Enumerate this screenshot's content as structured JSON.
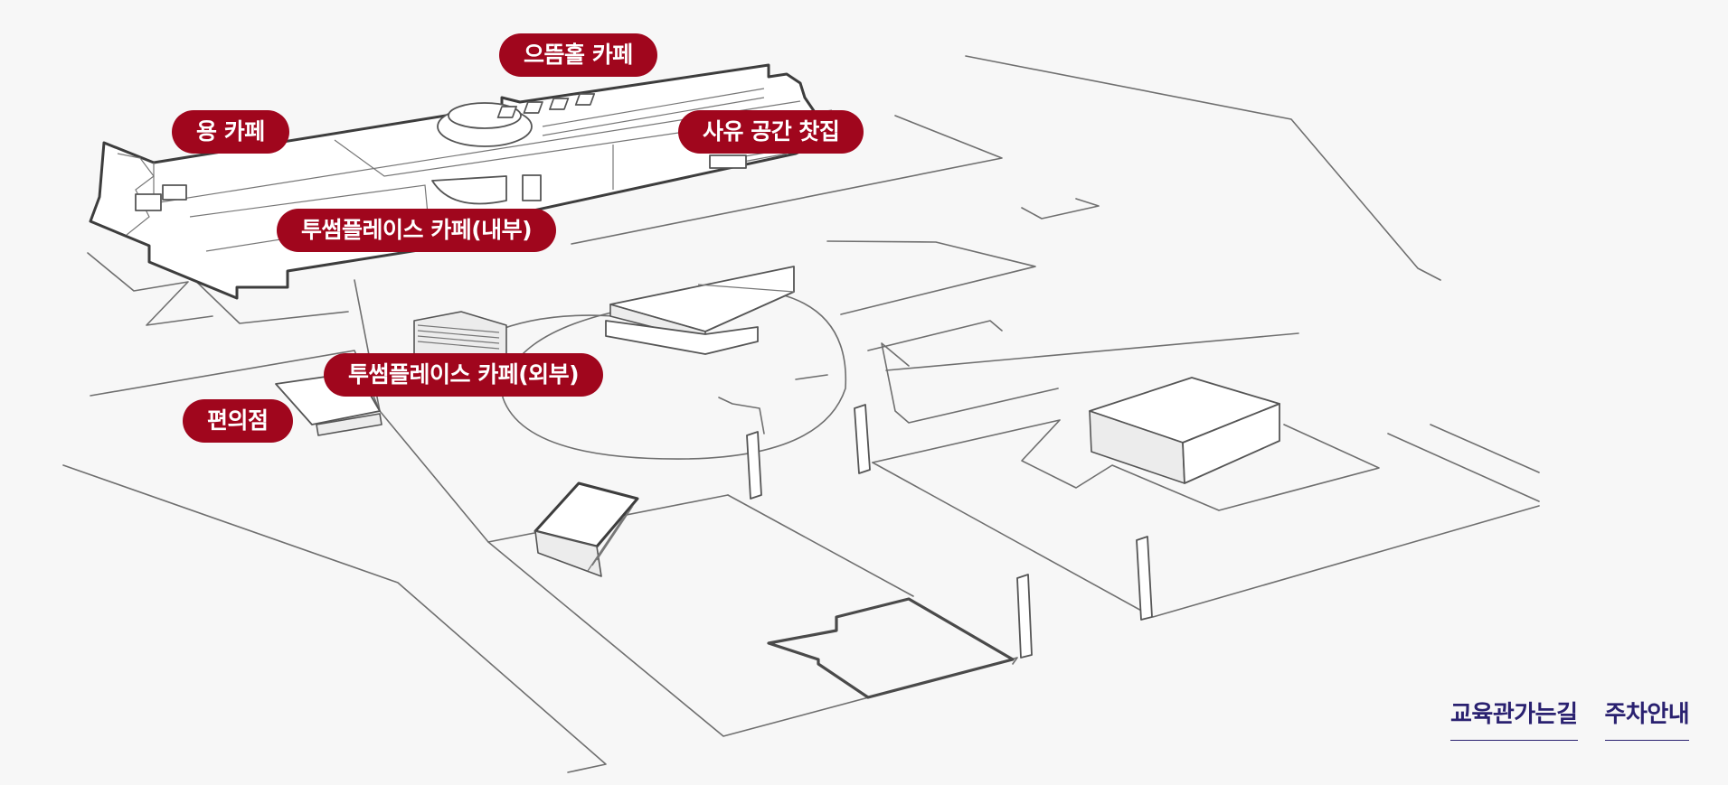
{
  "map": {
    "labels": [
      {
        "id": "cafe-eutteum",
        "text": "으뜸홀 카페"
      },
      {
        "id": "cafe-yong",
        "text": "용 카페"
      },
      {
        "id": "teahouse-sayu",
        "text": "사유 공간 찻집"
      },
      {
        "id": "cafe-twosome-in",
        "text": "투썸플레이스 카페(내부)"
      },
      {
        "id": "cafe-twosome-out",
        "text": "투썸플레이스 카페(외부)"
      },
      {
        "id": "convenience-store",
        "text": "편의점"
      }
    ]
  },
  "links": {
    "directions": "교육관가는길",
    "parking": "주차안내"
  },
  "colors": {
    "pin_bg": "#a0061d",
    "pin_text": "#ffffff",
    "link": "#2a2170",
    "background": "#f7f7f7"
  }
}
